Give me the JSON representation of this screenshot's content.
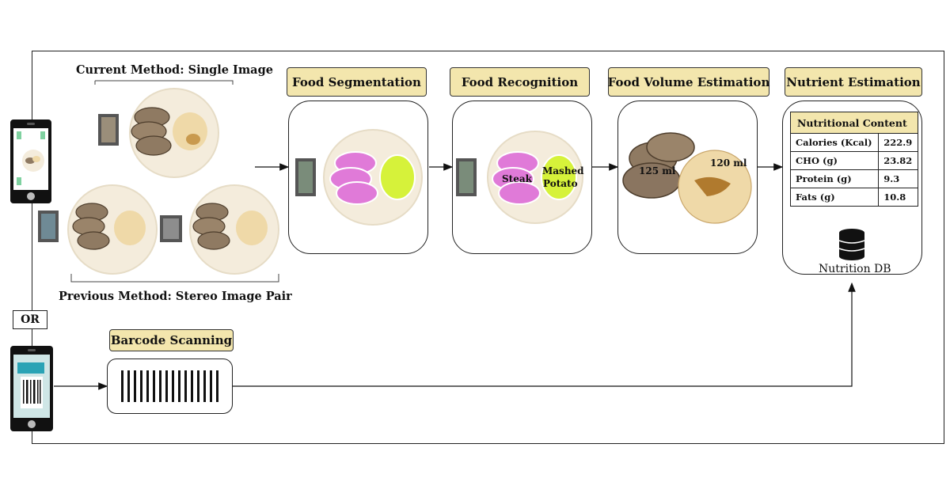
{
  "captions": {
    "current_method": "Current Method: Single Image",
    "previous_method": "Previous Method: Stereo Image Pair"
  },
  "or_label": "OR",
  "stages": {
    "segmentation": "Food Segmentation",
    "recognition": "Food Recognition",
    "volume": "Food Volume Estimation",
    "nutrient": "Nutrient Estimation",
    "barcode": "Barcode Scanning"
  },
  "recognition_labels": {
    "steak": "Steak",
    "potato_line1": "Mashed",
    "potato_line2": "Potato"
  },
  "volume_labels": {
    "steak": "125 ml",
    "potato": "120 ml"
  },
  "nutrition_table": {
    "header": "Nutritional Content",
    "rows": [
      {
        "label": "Calories (Kcal)",
        "value": "222.9"
      },
      {
        "label": "CHO (g)",
        "value": "23.82"
      },
      {
        "label": "Protein (g)",
        "value": "9.3"
      },
      {
        "label": "Fats (g)",
        "value": "10.8"
      }
    ]
  },
  "database_label": "Nutrition DB",
  "colors": {
    "stage_label_fill": "#f3e6ad",
    "segment_steak": "#e07ad8",
    "segment_potato": "#d6f23a",
    "steak_brown": "#8f7a62",
    "potato_beige": "#efd9a8",
    "plate": "#f4ecdc"
  },
  "icons": [
    "smartphone-icon",
    "database-icon",
    "barcode-icon",
    "fiducial-card-icon"
  ]
}
